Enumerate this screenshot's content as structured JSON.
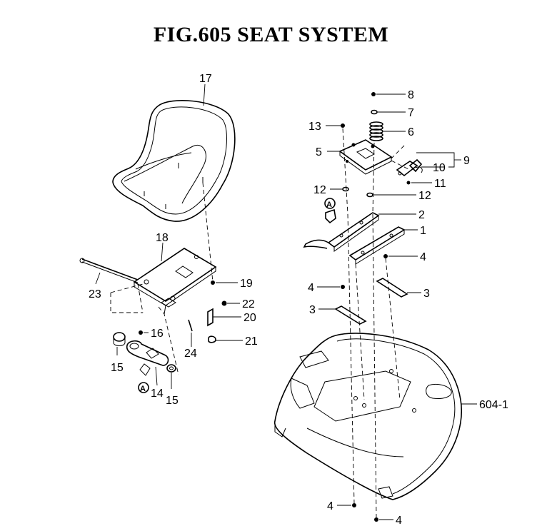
{
  "title": "FIG.605  SEAT SYSTEM",
  "callouts": {
    "c17": "17",
    "c8": "8",
    "c7": "7",
    "c6": "6",
    "c13": "13",
    "c5": "5",
    "c9": "9",
    "c10": "10",
    "c11": "11",
    "c12a": "12",
    "c12b": "12",
    "c2": "2",
    "c1": "1",
    "c4a": "4",
    "c4b": "4",
    "c3a": "3",
    "c3b": "3",
    "c18": "18",
    "c19": "19",
    "c22": "22",
    "c20": "20",
    "c21": "21",
    "c23": "23",
    "c16": "16",
    "c24": "24",
    "c15a": "15",
    "c15b": "15",
    "c14": "14",
    "c6041": "604-1",
    "c4c": "4",
    "c4d": "4"
  },
  "markers": {
    "a1": "A",
    "a2": "A"
  }
}
